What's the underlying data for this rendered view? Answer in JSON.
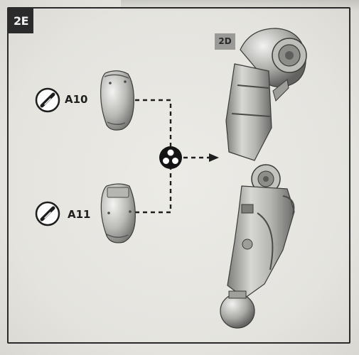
{
  "step": {
    "badge": "2E"
  },
  "reference": {
    "badge": "2D"
  },
  "parts": [
    {
      "label": "A10",
      "tool": "clippers-icon"
    },
    {
      "label": "A11",
      "tool": "clippers-icon"
    }
  ],
  "icons": {
    "cut": "clippers-icon",
    "assemble": "assembly-join-icon"
  }
}
